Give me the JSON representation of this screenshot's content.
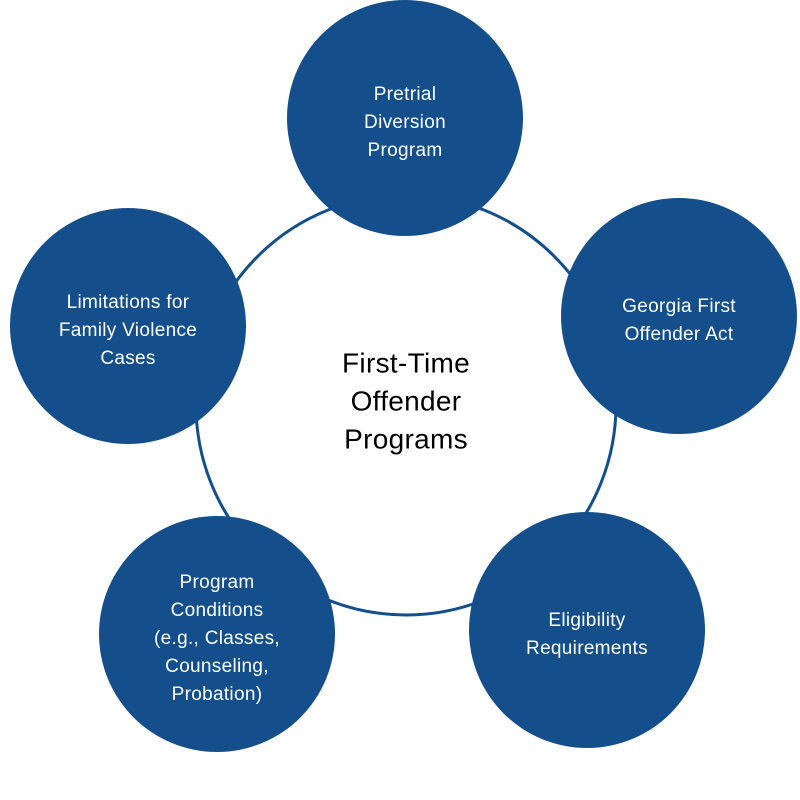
{
  "colors": {
    "node_fill": "#144f8c",
    "ring_stroke": "#144f8c",
    "node_text": "#ffffff",
    "center_text": "#000000",
    "background": "#ffffff"
  },
  "center": {
    "lines": [
      "First-Time",
      "Offender",
      "Programs"
    ]
  },
  "nodes": [
    {
      "id": "pretrial-diversion",
      "lines": [
        "Pretrial",
        "Diversion",
        "Program"
      ]
    },
    {
      "id": "georgia-first-offender-act",
      "lines": [
        "Georgia First",
        "Offender Act"
      ]
    },
    {
      "id": "eligibility-requirements",
      "lines": [
        "Eligibility",
        "Requirements"
      ]
    },
    {
      "id": "program-conditions",
      "lines": [
        "Program",
        "Conditions",
        "(e.g., Classes,",
        "Counseling,",
        "Probation)"
      ]
    },
    {
      "id": "family-violence-limitations",
      "lines": [
        "Limitations for",
        "Family Violence",
        "Cases"
      ]
    }
  ]
}
